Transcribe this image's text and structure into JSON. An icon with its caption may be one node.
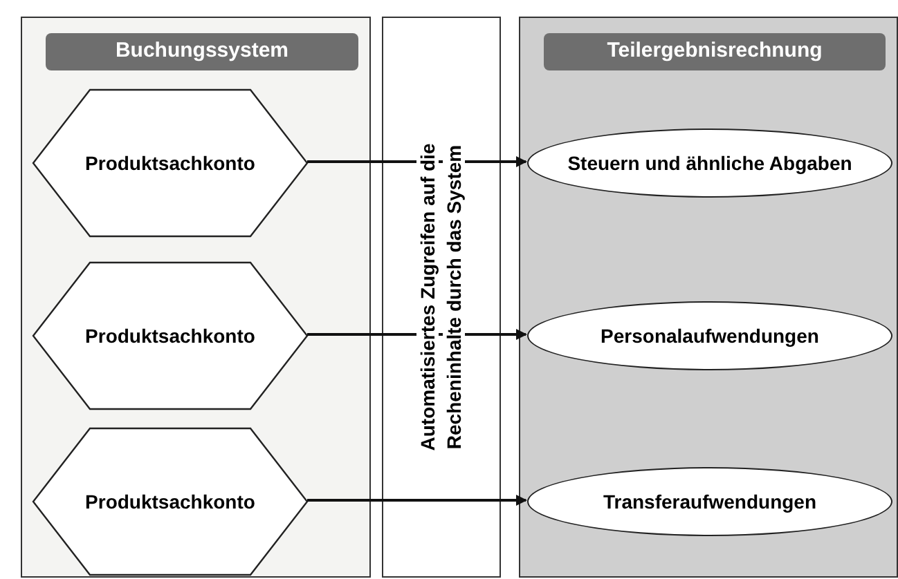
{
  "diagram": {
    "nodes": [
      {
        "text": [
          "Buchungssystem"
        ]
      },
      {
        "text": [
          "Produktsachkonto"
        ],
        "in": 0
      },
      {
        "text": [
          "Produktsachkonto"
        ],
        "in": 0
      },
      {
        "text": [
          "Produktsachkonto"
        ],
        "in": 0
      },
      {
        "text": [
          "Teilergebnisrechnung"
        ]
      },
      {
        "text": [
          "Steuern und ähnliche Abgaben"
        ],
        "in": 4
      },
      {
        "text": [
          "Personalaufwendungen"
        ],
        "in": 4
      },
      {
        "text": [
          "Transferaufwendungen"
        ],
        "in": 4
      }
    ],
    "edges": [
      {
        "from": 1,
        "to": 5,
        "arrow": "to"
      },
      {
        "from": 2,
        "to": 6,
        "arrow": "to"
      },
      {
        "from": 3,
        "to": 7,
        "arrow": "to"
      }
    ],
    "labels": [
      "Automatisiertes Zugreifen auf die Recheninhalte durch das System"
    ]
  }
}
